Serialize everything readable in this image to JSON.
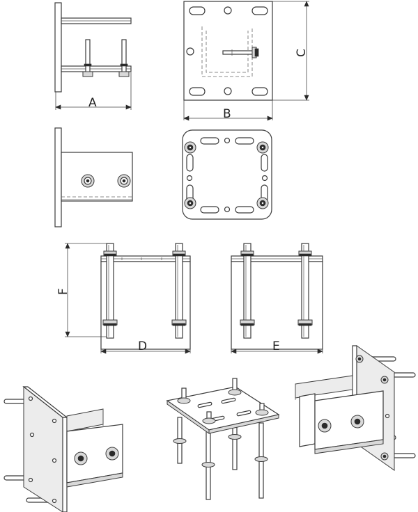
{
  "dimensions": {
    "a": "A",
    "b": "B",
    "c": "C",
    "d": "D",
    "e": "E",
    "f": "F"
  },
  "colors": {
    "line": "#3a3a3a",
    "panel": "#d9d9d9",
    "background": "#ffffff"
  }
}
